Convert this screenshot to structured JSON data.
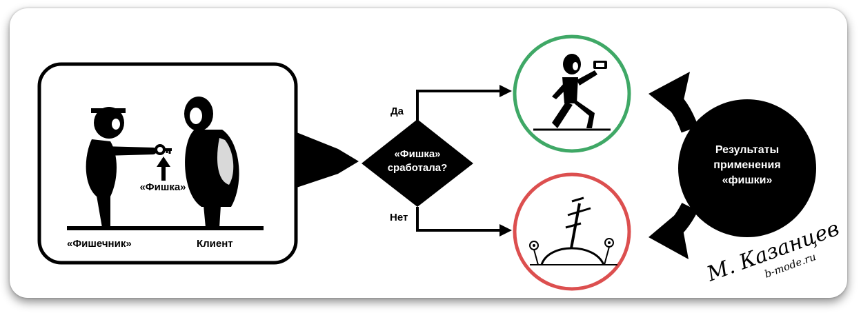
{
  "labels": {
    "person_left": "«Фишечник»",
    "person_right": "Клиент",
    "trick": "«Фишка»",
    "decision_line1": "«Фишка»",
    "decision_line2": "сработала?",
    "yes": "Да",
    "no": "Нет",
    "results_line1": "Результаты",
    "results_line2": "применения",
    "results_line3": "«фишки»"
  },
  "signature": {
    "name": "М. Казанцев",
    "site": "b-mode.ru"
  },
  "colors": {
    "success_ring": "#3fa866",
    "failure_ring": "#dc4f4f",
    "ink": "#000000"
  }
}
